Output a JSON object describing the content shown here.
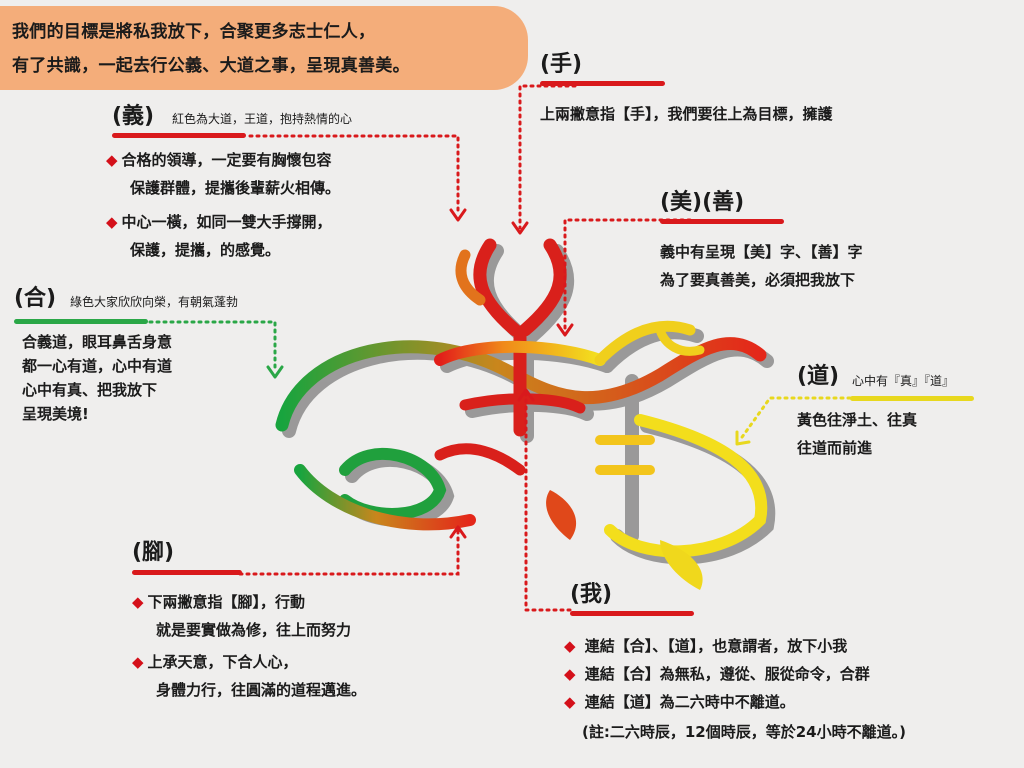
{
  "header": {
    "line1": "我們的目標是將私我放下，合聚更多志士仁人，",
    "line2": "有了共識，一起去行公義、大道之事，呈現真善美。"
  },
  "yi": {
    "title": "(義)",
    "subtitle": "紅色為大道，王道，抱持熱情的心",
    "bullets": [
      {
        "line1": "合格的領導，一定要有胸懷包容",
        "line2": "保護群體，提攜後輩薪火相傳。"
      },
      {
        "line1": "中心一橫，如同一雙大手撐開，",
        "line2": "保護，提攜，的感覺。"
      }
    ]
  },
  "shou": {
    "title": "(手)",
    "body": "上兩撇意指【手】，我們要往上為目標，擁護"
  },
  "mei": {
    "title": "(美)(善)",
    "line1": "義中有呈現【美】字、【善】字",
    "line2": "為了要真善美，必須把我放下"
  },
  "he": {
    "title": "(合)",
    "subtitle": "綠色大家欣欣向榮，有朝氣蓬勃",
    "lines": [
      "合義道，眼耳鼻舌身意",
      "都一心有道，心中有道",
      "心中有真、把我放下",
      "呈現美境!"
    ]
  },
  "dao": {
    "title": "(道)",
    "subtitle": "心中有『真』『道』",
    "line1": "黃色往淨土、往真",
    "line2": "往道而前進"
  },
  "jiao": {
    "title": "(腳)",
    "bullets": [
      {
        "line1": "下兩撇意指【腳】，行動",
        "line2": "就是要實做為修，往上而努力"
      },
      {
        "line1": "上承天意，下合人心，",
        "line2": "身體力行，往圓滿的道程邁進。"
      }
    ]
  },
  "wo": {
    "title": "(我)",
    "bullets": [
      "連結【合】、【道】，也意謂者，放下小我",
      "連結【合】為無私，遵從、服從命令，合群",
      "連結【道】為二六時中不離道。"
    ],
    "note": "(註:二六時辰，12個時辰，等於24小時不離道。)"
  },
  "colors": {
    "red": "#d9191c",
    "green": "#2aa747",
    "yellow": "#e8d81e",
    "header": "#f4ad7a",
    "background": "#efeeed"
  },
  "icons": {
    "bullet": "diamond-bullet-icon"
  }
}
